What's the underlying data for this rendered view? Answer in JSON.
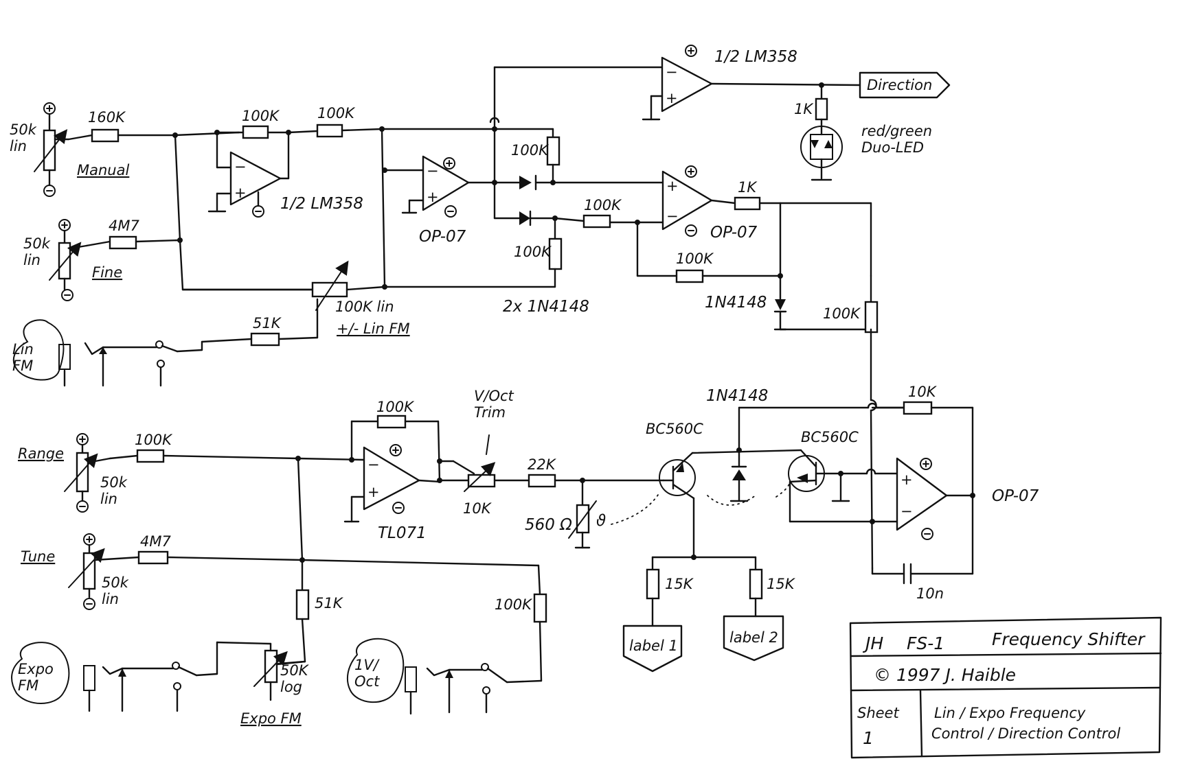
{
  "labels": {
    "r_160k": "160K",
    "manual_pot": "50k\nlin",
    "manual": "Manual",
    "fine_pot": "50k\nlin",
    "r_4m7_fine": "4M7",
    "fine": "Fine",
    "r_100k_a": "100K",
    "r_100k_b": "100K",
    "lm358_a": "1/2 LM358",
    "lm358_b": "1/2 LM358",
    "op07_a": "OP-07",
    "op07_b": "OP-07",
    "op07_c": "OP-07",
    "r_100k_c": "100K",
    "r_100k_d": "100K",
    "r_100k_e": "100K",
    "r_100k_f": "100K",
    "r_1k_a": "1K",
    "r_1k_b": "1K",
    "diodes_pair": "2x 1N4148",
    "diode_1n4148_a": "1N4148",
    "diode_1n4148_b": "1N4148",
    "r_100k_g": "100K",
    "pot_100k_lin": "100K lin",
    "lin_fm_ctrl": "+/- Lin FM",
    "r_51k_a": "51K",
    "lin_fm_jack": "Lin\nFM",
    "direction": "Direction",
    "led": "red/green\nDuo-LED",
    "range": "Range",
    "range_pot": "50k\nlin",
    "r_100k_range": "100K",
    "r_100k_tl": "100K",
    "tl071": "TL071",
    "voct_trim": "V/Oct\nTrim",
    "trim_10k": "10K",
    "r_22k": "22K",
    "r_560": "560 Ω",
    "theta": "ϑ",
    "bc560c_a": "BC560C",
    "bc560c_b": "BC560C",
    "r_10k": "10K",
    "cap_10n": "10n",
    "tune": "Tune",
    "tune_pot": "50k\nlin",
    "r_4m7_tune": "4M7",
    "r_51k_b": "51K",
    "r_100k_voct": "100K",
    "r_15k_a": "15K",
    "r_15k_b": "15K",
    "label1": "label 1",
    "label2": "label 2",
    "expo_fm_jack": "Expo\nFM",
    "expo_pot": "50K\nlog",
    "expo_fm_ctrl": "Expo FM",
    "voct_jack": "1V/\nOct"
  },
  "title_block": {
    "row1_left": "JH",
    "row1_mid": "FS-1",
    "row1_right": "Frequency Shifter",
    "row2": "© 1997 J. Haible",
    "sheet_label": "Sheet",
    "sheet_no": "1",
    "desc_line1": "Lin / Expo Frequency",
    "desc_line2": "Control / Direction Control"
  }
}
